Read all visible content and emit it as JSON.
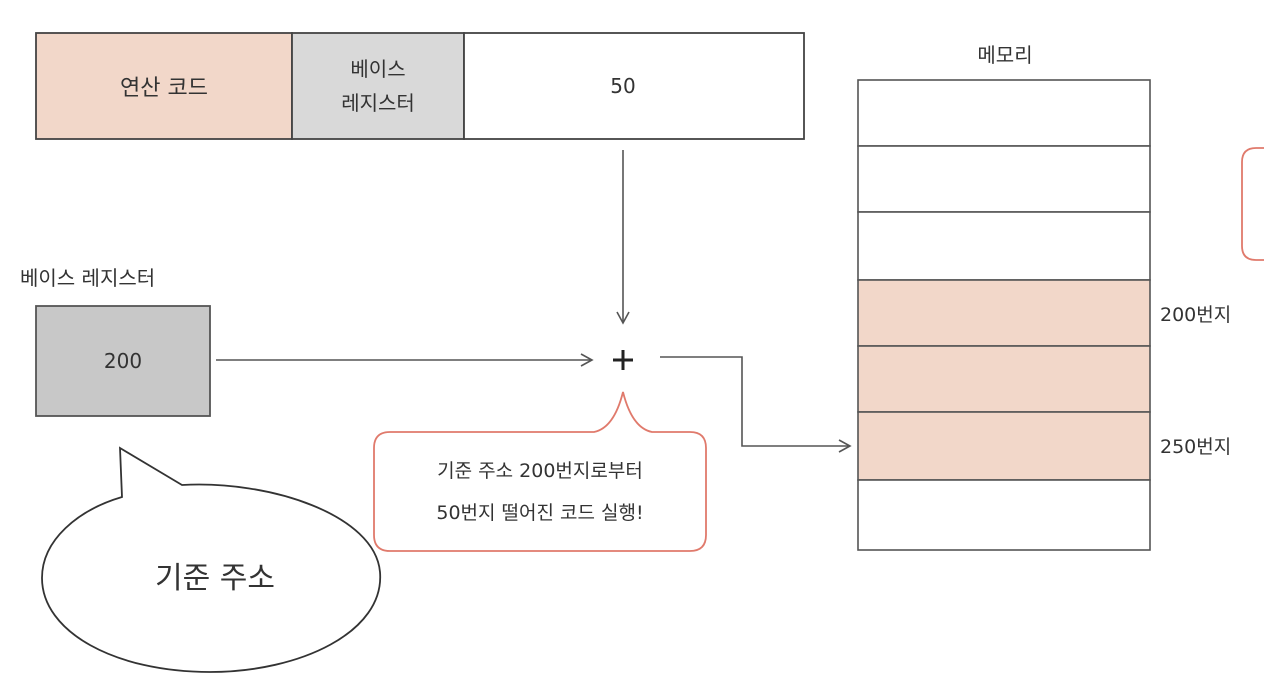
{
  "instruction": {
    "opcode": "연산 코드",
    "register": "베이스\n레지스터",
    "operand": "50"
  },
  "base_register": {
    "label": "베이스 레지스터",
    "value": "200"
  },
  "operator": "+",
  "callout_exec": "기준 주소 200번지로부터\n50번지 떨어진 코드 실행!",
  "callout_base": "기준 주소",
  "memory": {
    "title": "메모리",
    "addr_200": "200번지",
    "addr_250": "250번지"
  },
  "colors": {
    "opcode_fill": "#f2d7c9",
    "register_fill": "#d9d9d9",
    "base_box_fill": "#c8c8c8",
    "highlight_row": "#f2d7c9",
    "callout_border": "#e07a6c",
    "line": "#555555"
  }
}
